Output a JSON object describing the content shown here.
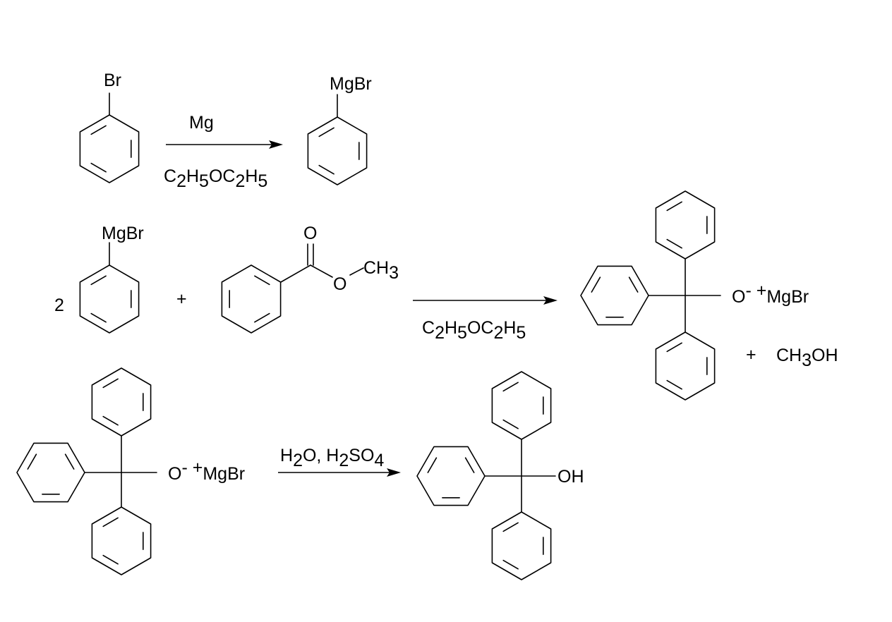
{
  "reaction1": {
    "reactant_substituent": "Br",
    "reagent_above": "Mg",
    "solvent_below": [
      {
        "t": "C"
      },
      {
        "t": "2",
        "sub": true
      },
      {
        "t": "H"
      },
      {
        "t": "5",
        "sub": true
      },
      {
        "t": "OC"
      },
      {
        "t": "2",
        "sub": true
      },
      {
        "t": "H"
      },
      {
        "t": "5",
        "sub": true
      }
    ],
    "product_substituent": "MgBr"
  },
  "reaction2": {
    "coefficient": "2",
    "reactant1_substituent": "MgBr",
    "plus": "+",
    "ester_carbonyl_o": "O",
    "ester_o": "O",
    "ester_methyl": [
      {
        "t": "CH"
      },
      {
        "t": "3",
        "sub": true
      }
    ],
    "solvent_below": [
      {
        "t": "C"
      },
      {
        "t": "2",
        "sub": true
      },
      {
        "t": "H"
      },
      {
        "t": "5",
        "sub": true
      },
      {
        "t": "OC"
      },
      {
        "t": "2",
        "sub": true
      },
      {
        "t": "H"
      },
      {
        "t": "5",
        "sub": true
      }
    ],
    "product_group": [
      {
        "t": "O"
      },
      {
        "t": "-",
        "sup": true
      },
      {
        "t": " "
      },
      {
        "t": "+",
        "sup": true
      },
      {
        "t": "MgBr"
      }
    ],
    "byproduct_plus": "+",
    "byproduct": [
      {
        "t": "CH"
      },
      {
        "t": "3",
        "sub": true
      },
      {
        "t": "OH"
      }
    ]
  },
  "reaction3": {
    "reactant_group": [
      {
        "t": "O"
      },
      {
        "t": "-",
        "sup": true
      },
      {
        "t": " "
      },
      {
        "t": "+",
        "sup": true
      },
      {
        "t": "MgBr"
      }
    ],
    "reagent_above": [
      {
        "t": "H"
      },
      {
        "t": "2",
        "sub": true
      },
      {
        "t": "O, H"
      },
      {
        "t": "2",
        "sub": true
      },
      {
        "t": "SO"
      },
      {
        "t": "4",
        "sub": true
      }
    ],
    "product_group": "OH"
  }
}
